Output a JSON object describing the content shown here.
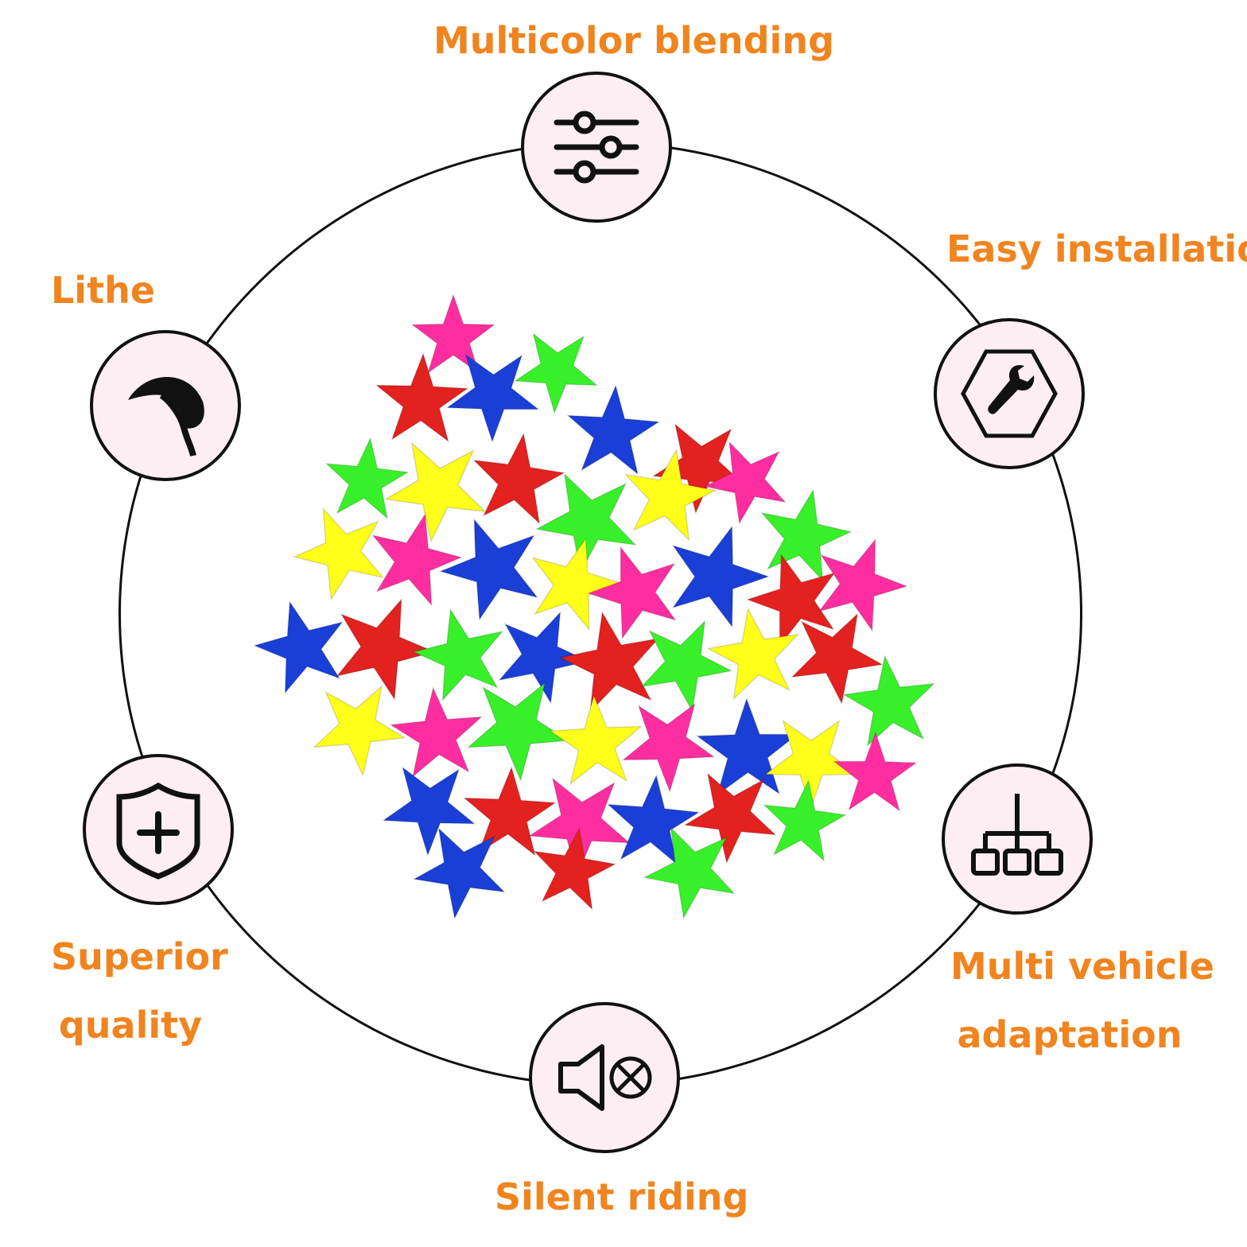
{
  "features": [
    {
      "id": "multicolor",
      "title": "Multicolor blending",
      "icon": "sliders-icon"
    },
    {
      "id": "easy-install",
      "title": "Easy installation",
      "icon": "wrench-hexagon-icon"
    },
    {
      "id": "lithe",
      "title": "Lithe",
      "icon": "leaf-icon"
    },
    {
      "id": "superior",
      "title_line1": "Superior",
      "title_line2": "quality",
      "icon": "shield-plus-icon"
    },
    {
      "id": "multi-vehicle",
      "title_line1": "Multi vehicle",
      "title_line2": "adaptation",
      "icon": "hierarchy-icon"
    },
    {
      "id": "silent",
      "title": "Silent riding",
      "icon": "speaker-mute-icon"
    }
  ],
  "colors": {
    "label": "#f0841f",
    "badge_fill": "#fdeef3",
    "outline": "#111111",
    "star_colors": [
      "#ff2ea0",
      "#e3211f",
      "#ffff1a",
      "#1a3fd6",
      "#38f02a"
    ]
  }
}
